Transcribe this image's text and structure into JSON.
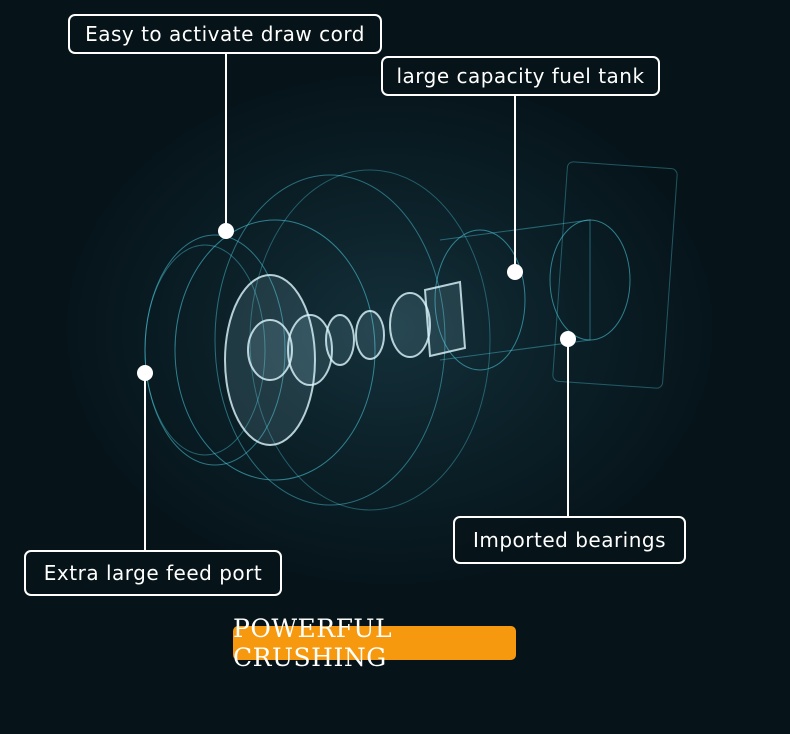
{
  "callouts": {
    "draw_cord": "Easy to activate draw cord",
    "fuel_tank": "large capacity fuel tank",
    "bearings": "Imported bearings",
    "feed_port": "Extra large feed port"
  },
  "banner": "POWERFUL CRUSHING",
  "colors": {
    "accent": "#f7990e",
    "wire": "#4fd2e6",
    "background": "#07151b"
  }
}
